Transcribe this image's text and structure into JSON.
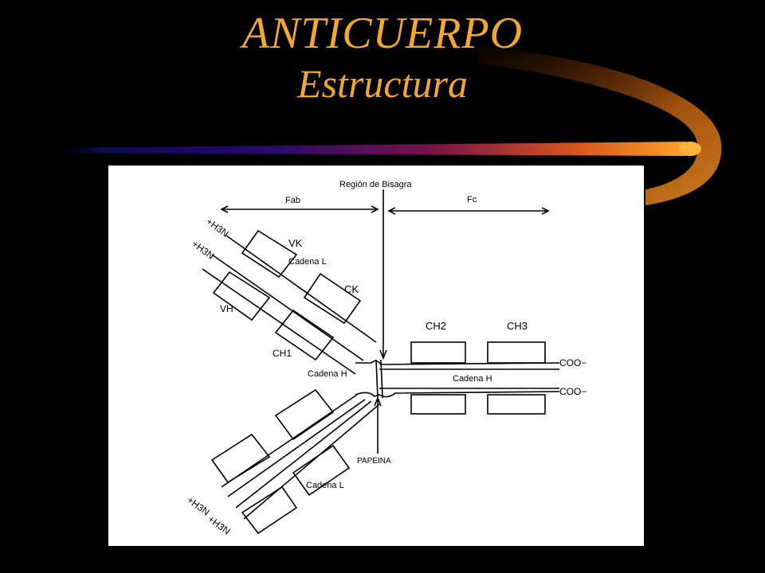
{
  "title": "ANTICUERPO",
  "subtitle": "Estructura",
  "colors": {
    "background": "#000000",
    "title": "#f0a830",
    "accent_bar": "#f7a22a",
    "panel": "#ffffff",
    "ink": "#000000"
  },
  "diagram": {
    "hinge_region": "Región de Bisagra",
    "fab": "Fab",
    "fc": "Fc",
    "upper_terminal_1": "+H3N",
    "upper_terminal_2": "+H3N",
    "vk": "VK",
    "ck": "CK",
    "vh": "VH",
    "ch1": "CH1",
    "light_chain_upper": "Cadena L",
    "heavy_chain_upper": "Cadena H",
    "ch2": "CH2",
    "ch3": "CH3",
    "coo_top": "COO−",
    "coo_bottom": "COO−",
    "heavy_chain_fc": "Cadena H",
    "papain": "PAPEINA",
    "light_chain_lower": "Cadena L",
    "lower_terminal_1": "+H3N",
    "lower_terminal_2": "+H3N"
  }
}
